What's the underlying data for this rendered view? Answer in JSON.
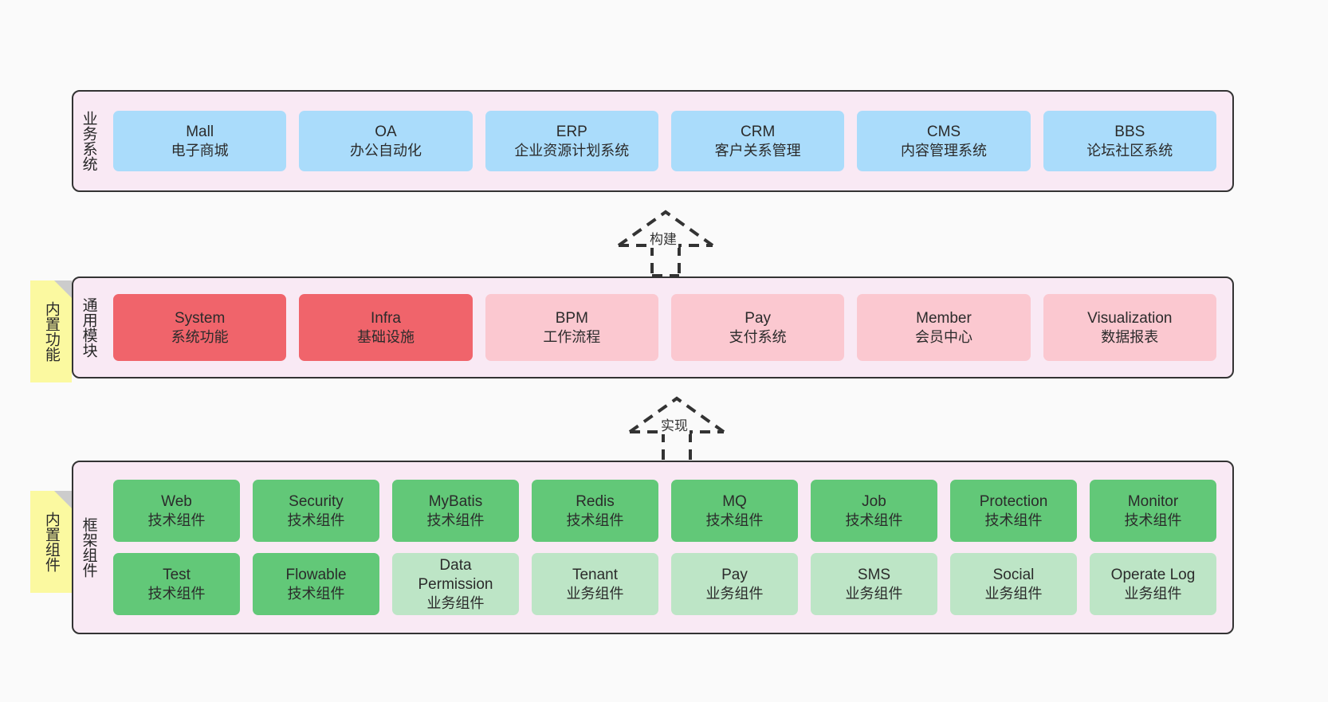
{
  "diagram": {
    "background_color": "#fafafa",
    "panel_fill": "#f9e9f4",
    "panel_border": "#333333",
    "sticky_color": "#fbf9a0",
    "colors": {
      "business": "#aadcfb",
      "module_core": "#f0646b",
      "module_other": "#fbc8d0",
      "tech_component": "#62c878",
      "business_component": "#bde5c6"
    }
  },
  "layers": [
    {
      "id": "business-system",
      "title": "业务系统",
      "items": [
        {
          "en": "Mall",
          "cn": "电子商城",
          "fill": "fill-blue"
        },
        {
          "en": "OA",
          "cn": "办公自动化",
          "fill": "fill-blue"
        },
        {
          "en": "ERP",
          "cn": "企业资源计划系统",
          "fill": "fill-blue"
        },
        {
          "en": "CRM",
          "cn": "客户关系管理",
          "fill": "fill-blue"
        },
        {
          "en": "CMS",
          "cn": "内容管理系统",
          "fill": "fill-blue"
        },
        {
          "en": "BBS",
          "cn": "论坛社区系统",
          "fill": "fill-blue"
        }
      ]
    },
    {
      "id": "common-module",
      "title": "通用模块",
      "sticky": "内置功能",
      "items": [
        {
          "en": "System",
          "cn": "系统功能",
          "fill": "fill-red"
        },
        {
          "en": "Infra",
          "cn": "基础设施",
          "fill": "fill-red"
        },
        {
          "en": "BPM",
          "cn": "工作流程",
          "fill": "fill-pink"
        },
        {
          "en": "Pay",
          "cn": "支付系统",
          "fill": "fill-pink"
        },
        {
          "en": "Member",
          "cn": "会员中心",
          "fill": "fill-pink"
        },
        {
          "en": "Visualization",
          "cn": "数据报表",
          "fill": "fill-pink"
        }
      ]
    },
    {
      "id": "framework-component",
      "title": "框架组件",
      "sticky": "内置组件",
      "rows": [
        [
          {
            "en": "Web",
            "cn": "技术组件",
            "fill": "fill-green"
          },
          {
            "en": "Security",
            "cn": "技术组件",
            "fill": "fill-green"
          },
          {
            "en": "MyBatis",
            "cn": "技术组件",
            "fill": "fill-green"
          },
          {
            "en": "Redis",
            "cn": "技术组件",
            "fill": "fill-green"
          },
          {
            "en": "MQ",
            "cn": "技术组件",
            "fill": "fill-green"
          },
          {
            "en": "Job",
            "cn": "技术组件",
            "fill": "fill-green"
          },
          {
            "en": "Protection",
            "cn": "技术组件",
            "fill": "fill-green"
          },
          {
            "en": "Monitor",
            "cn": "技术组件",
            "fill": "fill-green"
          }
        ],
        [
          {
            "en": "Test",
            "cn": "技术组件",
            "fill": "fill-green"
          },
          {
            "en": "Flowable",
            "cn": "技术组件",
            "fill": "fill-green"
          },
          {
            "en": "Data Permission",
            "cn": "业务组件",
            "fill": "fill-lightgreen"
          },
          {
            "en": "Tenant",
            "cn": "业务组件",
            "fill": "fill-lightgreen"
          },
          {
            "en": "Pay",
            "cn": "业务组件",
            "fill": "fill-lightgreen"
          },
          {
            "en": "SMS",
            "cn": "业务组件",
            "fill": "fill-lightgreen"
          },
          {
            "en": "Social",
            "cn": "业务组件",
            "fill": "fill-lightgreen"
          },
          {
            "en": "Operate Log",
            "cn": "业务组件",
            "fill": "fill-lightgreen"
          }
        ]
      ]
    }
  ],
  "connectors": [
    {
      "id": "build",
      "label": "构建"
    },
    {
      "id": "implement",
      "label": "实现"
    }
  ]
}
